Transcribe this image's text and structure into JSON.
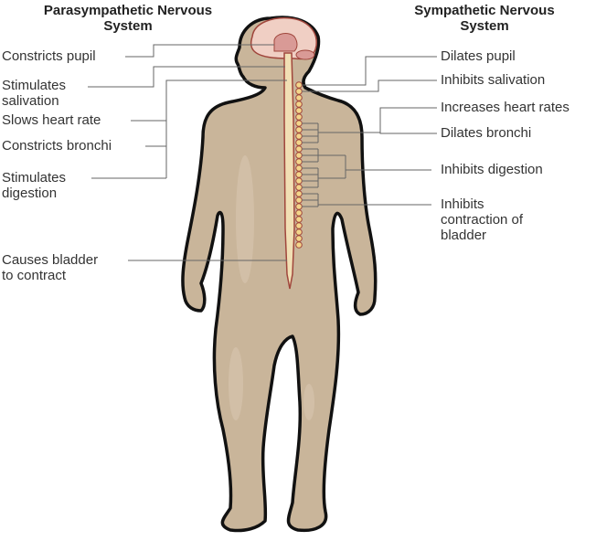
{
  "headings": {
    "parasympathetic": [
      "Parasympathetic Nervous",
      "System"
    ],
    "sympathetic": [
      "Sympathetic Nervous",
      "System"
    ]
  },
  "parasympathetic_labels": [
    {
      "text": [
        "Constricts pupil"
      ]
    },
    {
      "text": [
        "Stimulates",
        "salivation"
      ]
    },
    {
      "text": [
        "Slows heart rate"
      ]
    },
    {
      "text": [
        "Constricts bronchi"
      ]
    },
    {
      "text": [
        "Stimulates",
        "digestion"
      ]
    },
    {
      "text": [
        "Causes bladder",
        "to contract"
      ]
    }
  ],
  "sympathetic_labels": [
    {
      "text": [
        "Dilates pupil"
      ]
    },
    {
      "text": [
        "Inhibits salivation"
      ]
    },
    {
      "text": [
        "Increases heart rates"
      ]
    },
    {
      "text": [
        "Dilates bronchi"
      ]
    },
    {
      "text": [
        "Inhibits digestion"
      ]
    },
    {
      "text": [
        "Inhibits",
        "contraction of",
        "bladder"
      ]
    }
  ],
  "colors": {
    "skin": "#c9b59a",
    "skin_highlight": "#d8c7b0",
    "outline": "#111111",
    "spinal_cord": "#f1dfb4",
    "nerve_outline": "#a0463c",
    "ganglia": "#f3d58a",
    "brain": "#f0cfc4",
    "brain_inner": "#d99a96",
    "leader_line": "#666666"
  }
}
